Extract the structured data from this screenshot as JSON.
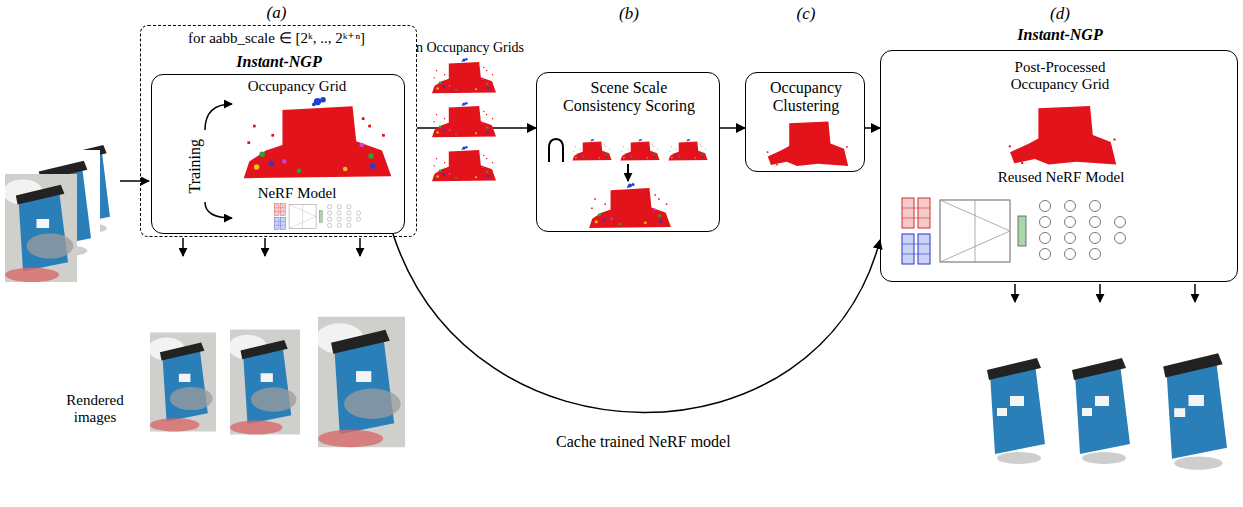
{
  "diagram": {
    "nodes": [
      {
        "text": [
          "(a)",
          "for aabb_scale ∈ [2ᵏ, .., 2ᵏ⁺ⁿ]"
        ]
      },
      {
        "text": [
          "Instant-NGP",
          "Occupancy Grid",
          "Training",
          "NeRF Model"
        ],
        "in": 0
      },
      {
        "text": [
          "(b)",
          "Scene Scale Consistency Scoring"
        ]
      },
      {
        "text": [
          "(c)",
          "Occupancy Clustering"
        ]
      },
      {
        "text": [
          "(d)",
          "Instant-NGP",
          "Post-Processed Occupancy Grid",
          "Reused NeRF Model"
        ]
      }
    ],
    "edges": [
      {
        "from": 0,
        "to": 2,
        "arrow": "to"
      },
      {
        "from": 2,
        "to": 3,
        "arrow": "to"
      },
      {
        "from": 3,
        "to": 4,
        "arrow": "to"
      },
      {
        "from": 1,
        "to": 4,
        "label": "Cache trained NeRF model",
        "arrow": "to"
      }
    ],
    "labels": [
      "n Occupancy Grids",
      "Rendered images"
    ]
  }
}
